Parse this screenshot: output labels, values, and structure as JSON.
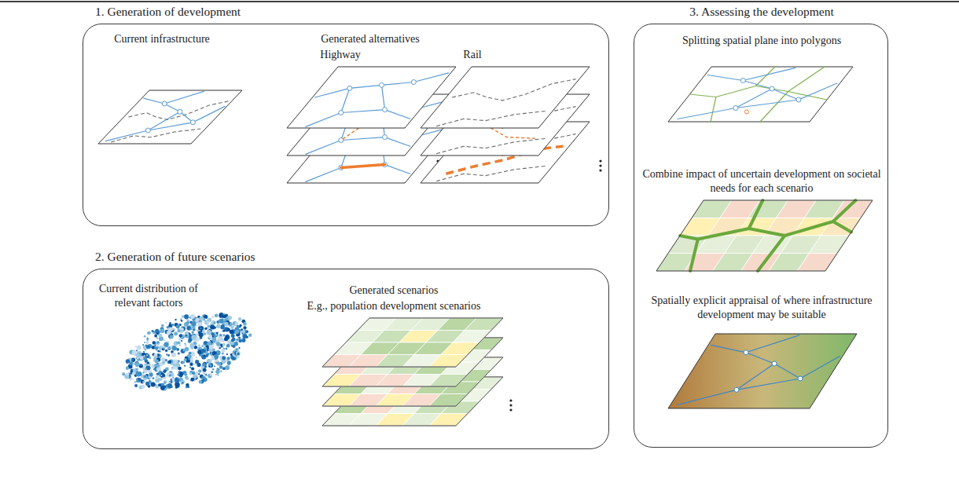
{
  "diagram": {
    "nodes": [
      {
        "text": [
          "1. Generation of development",
          "Current infrastructure",
          "Generated alternatives",
          "Highway",
          "Rail"
        ]
      },
      {
        "text": [
          "2. Generation of future scenarios",
          "Current distribution of relevant factors",
          "Generated scenarios",
          "E.g., population development scenarios"
        ]
      },
      {
        "text": [
          "3. Assessing the development",
          "Splitting spatial plane into polygons",
          "Combine impact of uncertain development on societal needs for each scenario",
          "Spatially explicit appraisal of where infrastructure development may be suitable"
        ]
      }
    ]
  }
}
